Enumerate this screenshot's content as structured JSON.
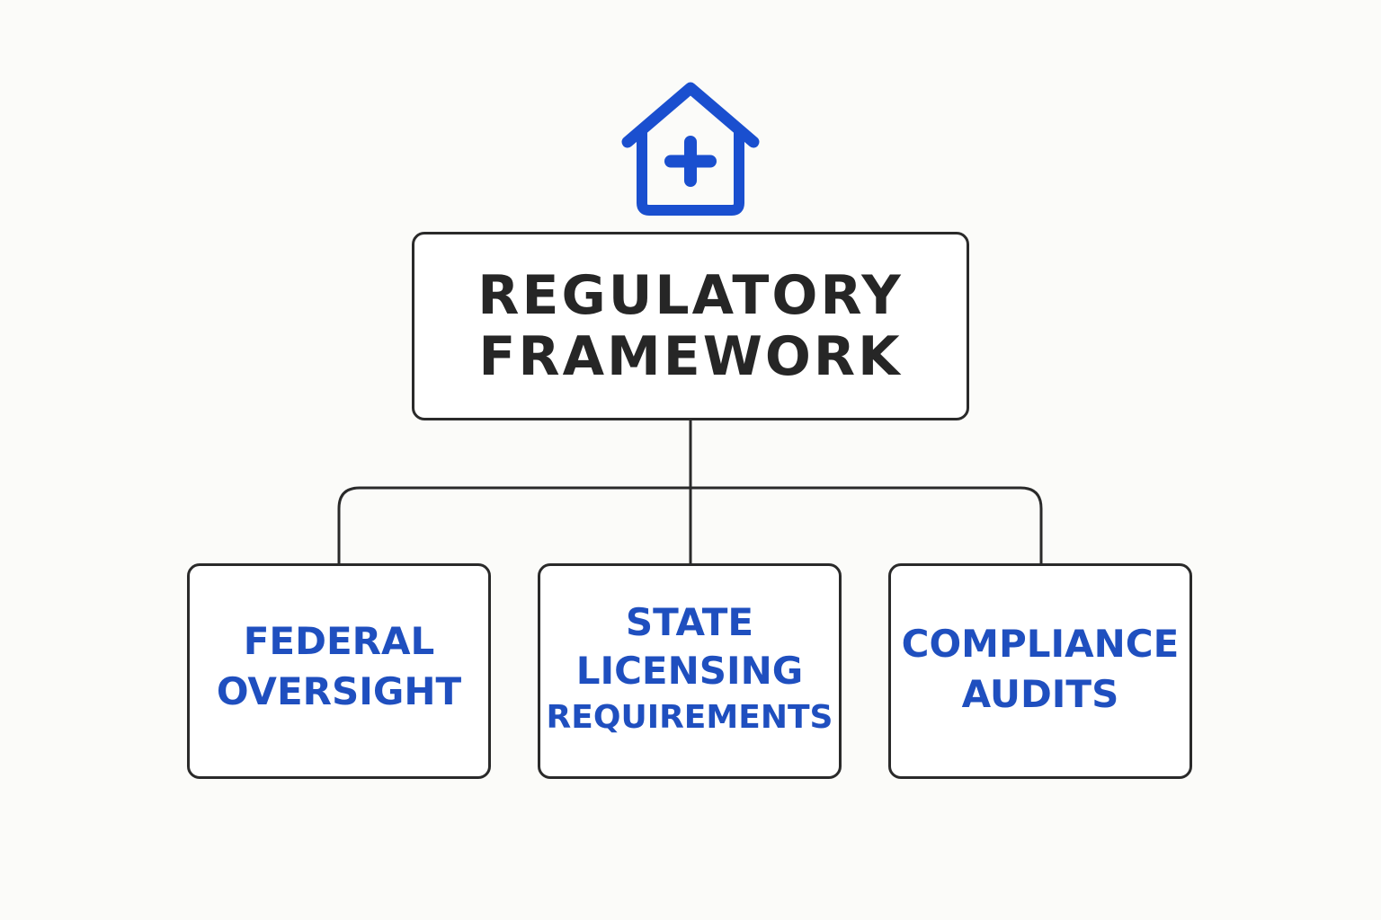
{
  "icon": {
    "name": "medical-house-icon",
    "color": "#1a4fcf"
  },
  "root": {
    "line1": "REGULATORY",
    "line2": "FRAMEWORK"
  },
  "children": [
    {
      "line1": "FEDERAL",
      "line2": "OVERSIGHT"
    },
    {
      "line1": "STATE",
      "line2": "LICENSING",
      "line3": "REQUIREMENTS"
    },
    {
      "line1": "COMPLIANCE",
      "line2": "AUDITS"
    }
  ],
  "colors": {
    "background": "#fbfbf9",
    "border": "#2a2a2a",
    "title_text": "#262626",
    "child_text": "#1f4fbf"
  }
}
